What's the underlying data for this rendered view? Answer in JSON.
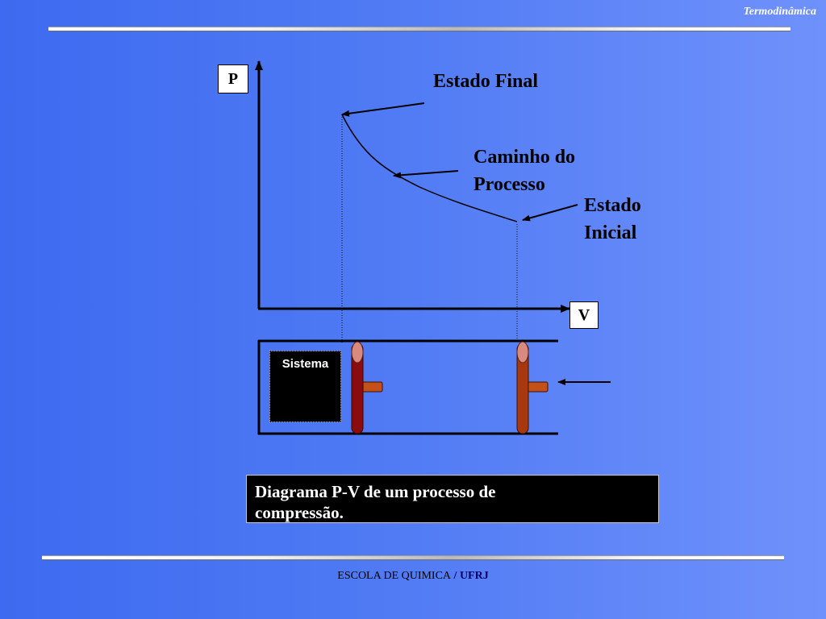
{
  "header": {
    "title": "Termodinâmica"
  },
  "diagram": {
    "y_axis_label": "P",
    "x_axis_label": "V",
    "labels": {
      "final_state": "Estado Final",
      "process_path_line1": "Caminho do",
      "process_path_line2": "Processo",
      "initial_state_line1": "Estado",
      "initial_state_line2": "Inicial"
    },
    "system_label": "Sistema",
    "colors": {
      "piston_final": "#8b0c0c",
      "piston_initial": "#a8380e",
      "piston_cap": "#d88a7e",
      "piston_rod": "#c4501a"
    }
  },
  "caption": {
    "line1": "Diagrama P-V de um processo de",
    "line2": "compressão."
  },
  "footer": {
    "school": "ESCOLA DE QUIMICA",
    "separator": " / ",
    "org": "UFRJ"
  }
}
